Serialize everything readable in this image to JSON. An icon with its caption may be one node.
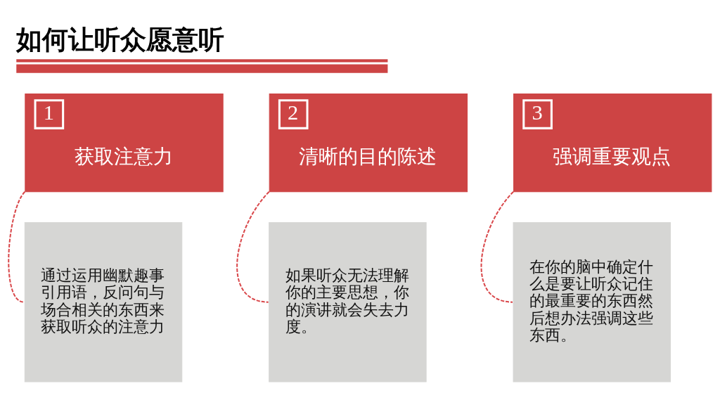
{
  "diagram": {
    "title": "如何让听众愿意听",
    "nodes": [
      {
        "text": [
          "1",
          "获取注意力"
        ]
      },
      {
        "text": [
          "2",
          "清晰的目的陈述"
        ]
      },
      {
        "text": [
          "3",
          "强调重要观点"
        ]
      },
      {
        "text": [
          "通过运用幽默趣事引用语，反问句与场合相关的东西来获取听众的注意力"
        ]
      },
      {
        "text": [
          "如果听众无法理解你的主要思想，你的演讲就会失去力度。"
        ]
      },
      {
        "text": [
          "在你的脑中确定什么是要让听众记住的最重要的东西然后想办法强调这些东西。"
        ]
      }
    ],
    "edges": [
      {
        "from": 0,
        "to": 3,
        "arrow": "none",
        "style": "dashed"
      },
      {
        "from": 1,
        "to": 4,
        "arrow": "none",
        "style": "dashed"
      },
      {
        "from": 2,
        "to": 5,
        "arrow": "none",
        "style": "dashed"
      }
    ]
  }
}
